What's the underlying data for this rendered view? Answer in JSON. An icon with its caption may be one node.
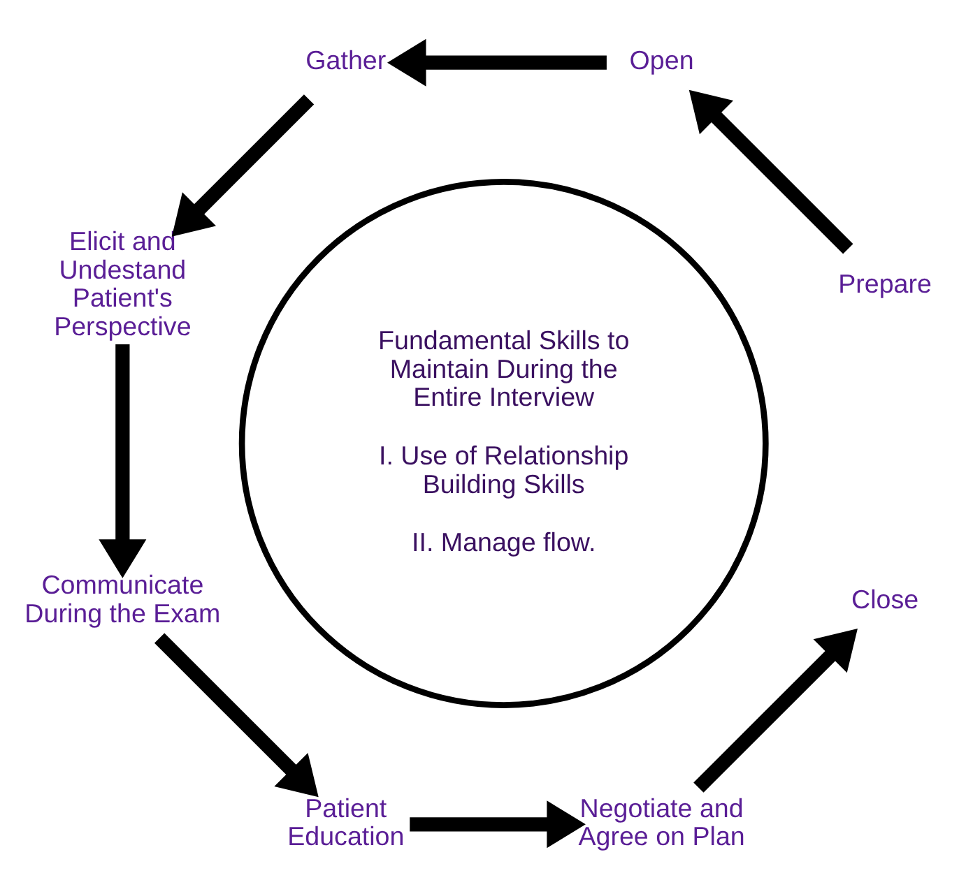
{
  "diagram": {
    "nodes": [
      {
        "text": [
          "Prepare"
        ]
      },
      {
        "text": [
          "Open"
        ]
      },
      {
        "text": [
          "Gather"
        ]
      },
      {
        "text": [
          "Elicit and Undestand Patient's Perspective"
        ]
      },
      {
        "text": [
          "Communicate During the Exam"
        ]
      },
      {
        "text": [
          "Patient Education"
        ]
      },
      {
        "text": [
          "Negotiate and Agree on Plan"
        ]
      },
      {
        "text": [
          "Close"
        ]
      },
      {
        "text": [
          "Fundamental Skills to Maintain During the Entire Interview",
          "I. Use of Relationship Building Skills",
          "II. Manage flow."
        ]
      }
    ],
    "edges": [
      {
        "from": 0,
        "to": 1,
        "arrow": "to"
      },
      {
        "from": 1,
        "to": 2,
        "arrow": "to"
      },
      {
        "from": 2,
        "to": 3,
        "arrow": "to"
      },
      {
        "from": 3,
        "to": 4,
        "arrow": "to"
      },
      {
        "from": 4,
        "to": 5,
        "arrow": "to"
      },
      {
        "from": 5,
        "to": 6,
        "arrow": "to"
      },
      {
        "from": 6,
        "to": 7,
        "arrow": "to"
      }
    ]
  }
}
